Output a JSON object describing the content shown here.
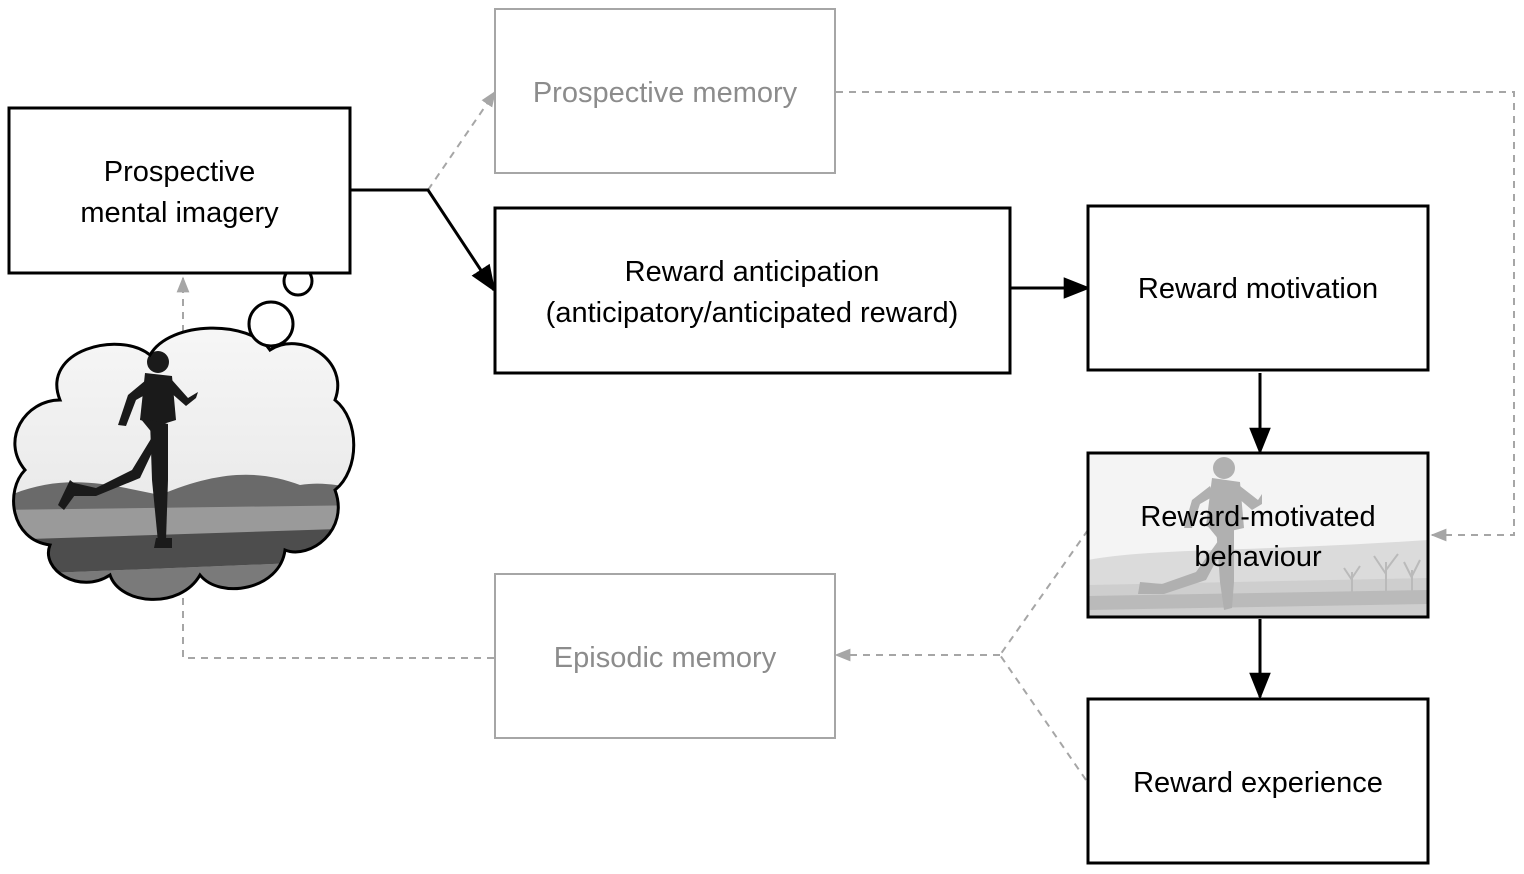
{
  "nodes": {
    "prospective_mental_imagery": {
      "line1": "Prospective",
      "line2": "mental imagery"
    },
    "prospective_memory": {
      "label": "Prospective memory"
    },
    "reward_anticipation": {
      "line1": "Reward anticipation",
      "line2": "(anticipatory/anticipated reward)"
    },
    "reward_motivation": {
      "label": "Reward motivation"
    },
    "reward_motivated_behaviour": {
      "line1": "Reward-motivated",
      "line2": "behaviour"
    },
    "episodic_memory": {
      "label": "Episodic memory"
    },
    "reward_experience": {
      "label": "Reward experience"
    }
  },
  "images": {
    "thought_bubble": "runner-silhouette-in-thought-cloud",
    "behaviour_background": "faded-runner-photo"
  },
  "colors": {
    "solid": "#000000",
    "faded": "#a6a6a6",
    "faded_text": "#8c8c8c"
  }
}
